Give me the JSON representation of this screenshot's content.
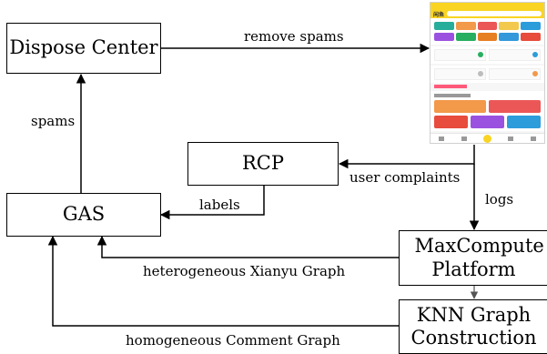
{
  "nodes": {
    "dispose_center": "Dispose Center",
    "rcp": "RCP",
    "gas": "GAS",
    "maxcompute": "MaxCompute Platform",
    "knn": "KNN Graph Construction"
  },
  "edge_labels": {
    "remove_spams": "remove spams",
    "spams": "spams",
    "user_complaints": "user complaints",
    "labels": "labels",
    "logs": "logs",
    "heterogeneous": "heterogeneous Xianyu Graph",
    "homogeneous": "homogeneous Comment Graph"
  },
  "phone": {
    "app_logo": "闲鱼",
    "icon_colors": [
      "#27ae9a",
      "#f2994a",
      "#eb5757",
      "#f2c94c",
      "#2d9cdb",
      "#9b51e0",
      "#27ae60",
      "#e67e22",
      "#3498db",
      "#e74c3c"
    ]
  }
}
